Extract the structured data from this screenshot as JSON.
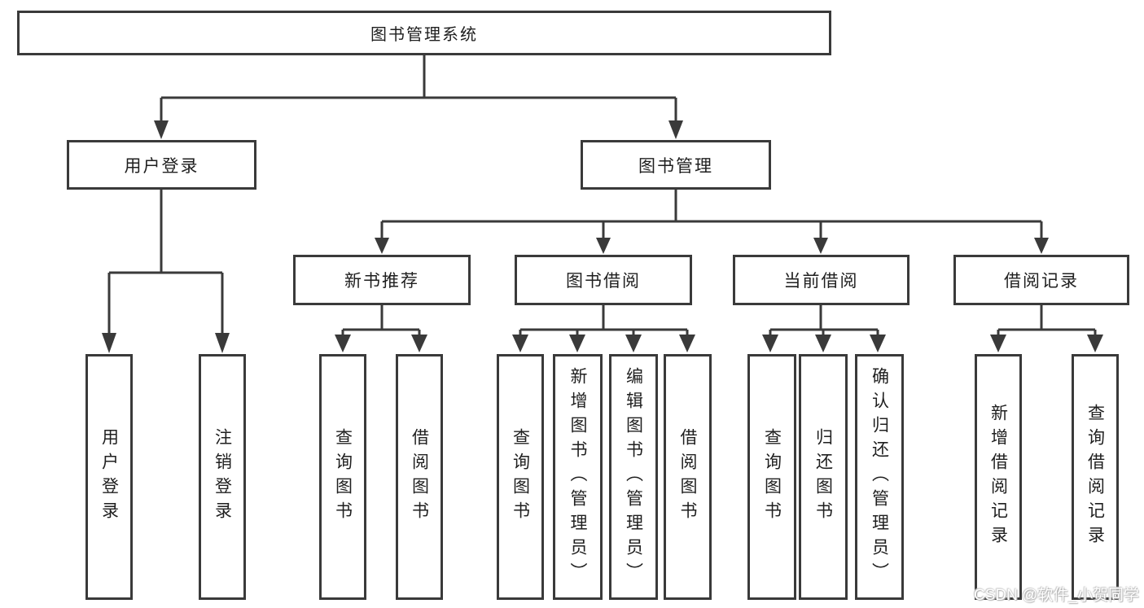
{
  "diagram": {
    "root": {
      "label": "图书管理系统"
    },
    "branches": [
      {
        "label": "用户登录",
        "leaves": [
          "用户登录",
          "注销登录"
        ]
      },
      {
        "label": "图书管理",
        "groups": [
          {
            "label": "新书推荐",
            "leaves": [
              "查询图书",
              "借阅图书"
            ]
          },
          {
            "label": "图书借阅",
            "leaves": [
              "查询图书",
              "新增图书（管理员）",
              "编辑图书（管理员）",
              "借阅图书"
            ]
          },
          {
            "label": "当前借阅",
            "leaves": [
              "查询图书",
              "归还图书",
              "确认归还（管理员）"
            ]
          },
          {
            "label": "借阅记录",
            "leaves": [
              "新增借阅记录",
              "查询借阅记录"
            ]
          }
        ]
      }
    ]
  },
  "watermark": {
    "text": "CSDN @软件_小贺同学"
  },
  "colors": {
    "line": "#3a3a3a",
    "box_border": "#3a3a3a",
    "text": "#1f1f1f",
    "background": "#ffffff",
    "watermark": "#cfcfcf"
  }
}
